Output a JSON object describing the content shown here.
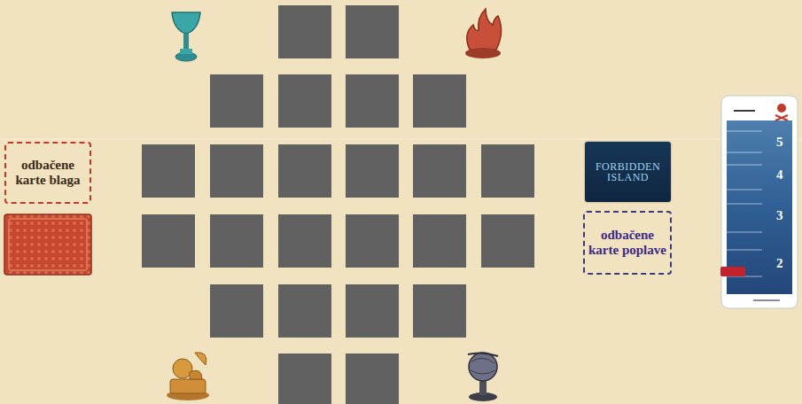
{
  "diagram": {
    "nodes": [
      {
        "text": [
          "odbačene karte blaga"
        ]
      },
      {
        "text": [
          "FORBIDDEN ISLAND"
        ]
      },
      {
        "text": [
          "odbačene karte poplave"
        ]
      }
    ],
    "labels": [
      "5",
      "4",
      "3",
      "2"
    ]
  }
}
